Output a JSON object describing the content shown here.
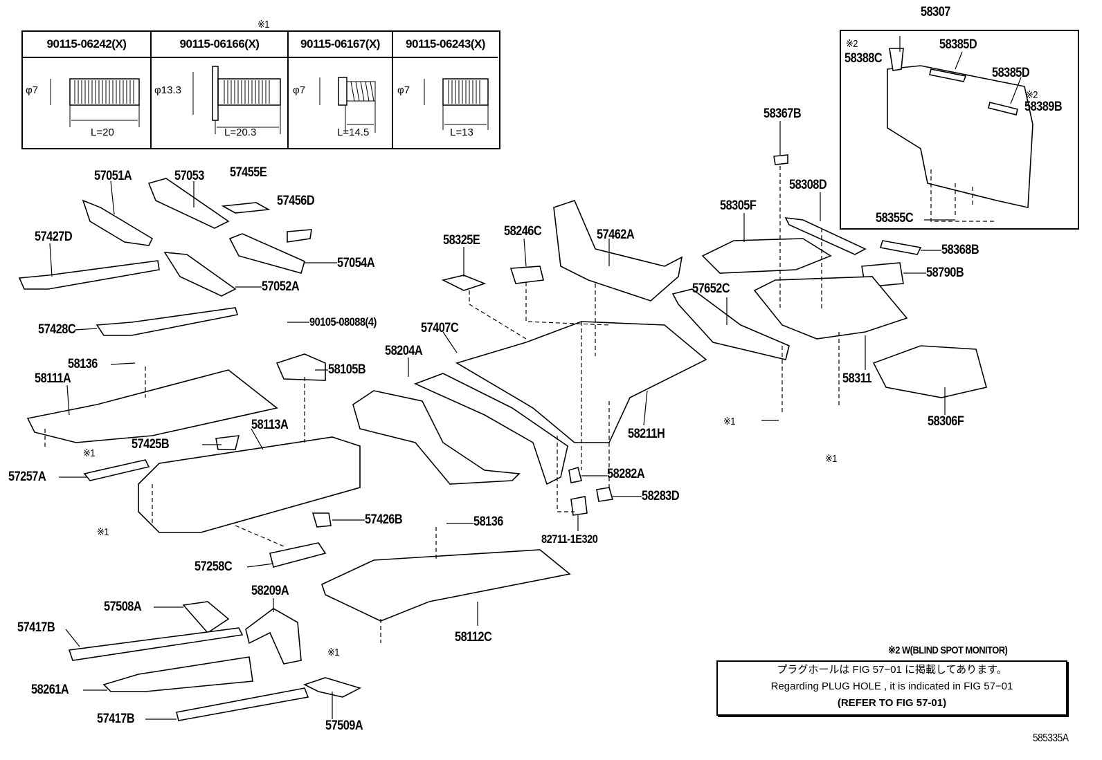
{
  "bolt_table": {
    "marker": "※1",
    "columns": [
      {
        "part": "90115-06242(X)",
        "diameter": "φ7",
        "length": "L=20"
      },
      {
        "part": "90115-06166(X)",
        "diameter": "φ13.3",
        "length": "L=20.3"
      },
      {
        "part": "90115-06167(X)",
        "diameter": "φ7",
        "length": "L=14.5"
      },
      {
        "part": "90115-06243(X)",
        "diameter": "φ7",
        "length": "L=13"
      }
    ]
  },
  "labels": {
    "p58307": "58307",
    "n2a": "※2",
    "p58388C": "58388C",
    "p58385D_1": "58385D",
    "p58385D_2": "58385D",
    "n2b": "※2",
    "p58389B": "58389B",
    "p58355C": "58355C",
    "p57051A": "57051A",
    "p57053": "57053",
    "p57455E": "57455E",
    "p57456D": "57456D",
    "p57427D": "57427D",
    "p57054A": "57054A",
    "p57052A": "57052A",
    "p57428C": "57428C",
    "p90105": "90105-08088(4)",
    "p58136_1": "58136",
    "p58111A": "58111A",
    "p58105B": "58105B",
    "n1a": "※1",
    "p58113A": "58113A",
    "p57425B": "57425B",
    "p57257A": "57257A",
    "n1b": "※1",
    "p57426B": "57426B",
    "p57258C": "57258C",
    "p58136_2": "58136",
    "p57508A": "57508A",
    "p58209A": "58209A",
    "p57417B_1": "57417B",
    "p58112C": "58112C",
    "n1c": "※1",
    "p58261A": "58261A",
    "p57417B_2": "57417B",
    "p57509A": "57509A",
    "p58325E": "58325E",
    "p58246C": "58246C",
    "p57462A": "57462A",
    "p57407C": "57407C",
    "p58204A": "58204A",
    "p58211H": "58211H",
    "p58282A": "58282A",
    "p58283D": "58283D",
    "p82711": "82711-1E320",
    "p58367B": "58367B",
    "p58308D": "58308D",
    "p58305F": "58305F",
    "p58368B": "58368B",
    "p58790B": "58790B",
    "p57652C": "57652C",
    "p58311": "58311",
    "p58306F": "58306F",
    "n1d": "※1",
    "n1e": "※1"
  },
  "footnote": "※2 W(BLIND SPOT MONITOR)",
  "note": {
    "jp": "プラグホールは FIG 57−01 に掲載してあります。",
    "en": "Regarding  PLUG  HOLE , it is indicated in FIG  57−01",
    "ref": "(REFER  TO  FIG  57-01)"
  },
  "figure_id": "585335A"
}
